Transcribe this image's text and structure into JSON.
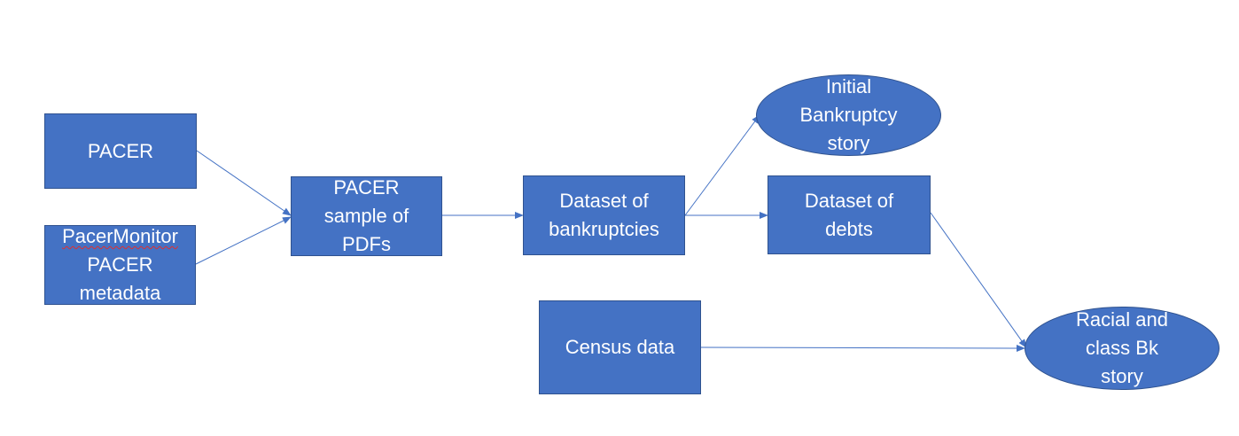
{
  "colors": {
    "node_fill": "#4472c4",
    "node_border": "#2f528f",
    "connector": "#4472c4",
    "text": "#ffffff",
    "spellcheck": "#e03030"
  },
  "nodes": {
    "pacer": {
      "lines": [
        "PACER"
      ]
    },
    "pacermonitor": {
      "lines": [
        "PacerMonitor",
        "PACER",
        "metadata"
      ]
    },
    "sample": {
      "lines": [
        "PACER",
        "sample of",
        "PDFs"
      ]
    },
    "dataset_bankruptcies": {
      "lines": [
        "Dataset of",
        "bankruptcies"
      ]
    },
    "dataset_debts": {
      "lines": [
        "Dataset of",
        "debts"
      ]
    },
    "initial_story": {
      "lines": [
        "Initial",
        "Bankruptcy",
        "story"
      ]
    },
    "census": {
      "lines": [
        "Census data"
      ]
    },
    "racial_story": {
      "lines": [
        "Racial and",
        "class Bk",
        "story"
      ]
    }
  }
}
